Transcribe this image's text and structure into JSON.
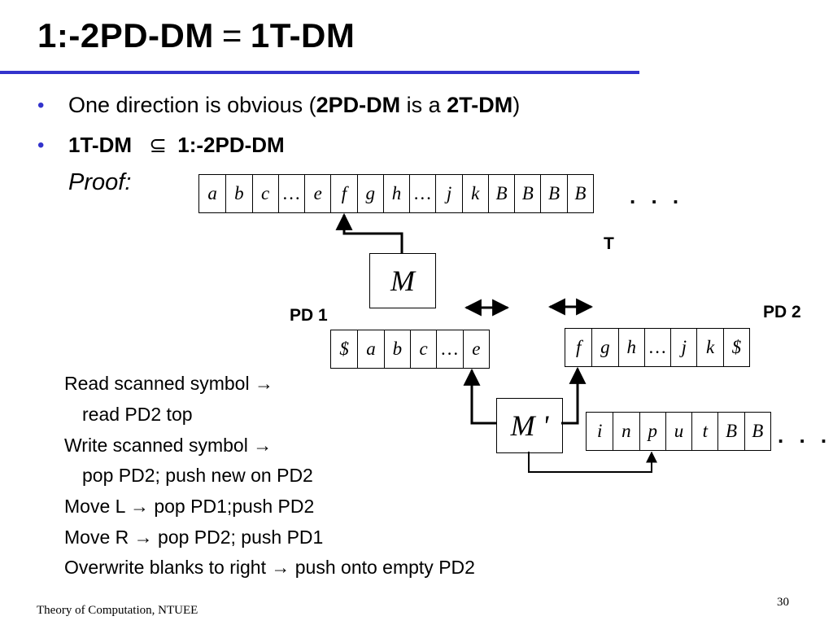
{
  "slide": {
    "title_left": "1:-2PD-DM",
    "title_eq": "=",
    "title_right": "1T-DM",
    "bullet_char": "•",
    "bullet1": {
      "prefix": "One direction is obvious (",
      "bold1": "2PD-DM",
      "middle": " is a ",
      "bold2": "2T-DM",
      "suffix": ")"
    },
    "bullet2": {
      "left": "1T-DM",
      "symbol": "⊆",
      "right": "1:-2PD-DM"
    },
    "proof": "Proof:"
  },
  "diagram": {
    "main_tape": [
      "a",
      "b",
      "c",
      "…",
      "e",
      "f",
      "g",
      "h",
      "…",
      "j",
      "k",
      "B",
      "B",
      "B",
      "B"
    ],
    "main_tape_dots": ". . .",
    "t_label": "T",
    "m_label": "M",
    "pd1_label": "PD 1",
    "pd2_label": "PD 2",
    "pd1_tape": [
      "$",
      "a",
      "b",
      "c",
      "…",
      "e"
    ],
    "pd2_tape": [
      "f",
      "g",
      "h",
      "…",
      "j",
      "k",
      "$"
    ],
    "m_prime_label": "M '",
    "input_tape": [
      "i",
      "n",
      "p",
      "u",
      "t",
      "B",
      "B"
    ],
    "input_tape_dots": ". . ."
  },
  "rules": [
    "Read scanned symbol →",
    "read PD2 top",
    "Write scanned symbol →",
    "pop PD2; push new on PD2",
    "Move L → pop PD1;push PD2",
    "Move R → pop PD2; push PD1",
    "Overwrite blanks to right → push onto empty PD2"
  ],
  "footer": {
    "left": "Theory of Computation, NTUEE",
    "page_number": "30"
  },
  "colors": {
    "accent": "#3333cc",
    "text": "#000000",
    "background": "#ffffff"
  }
}
